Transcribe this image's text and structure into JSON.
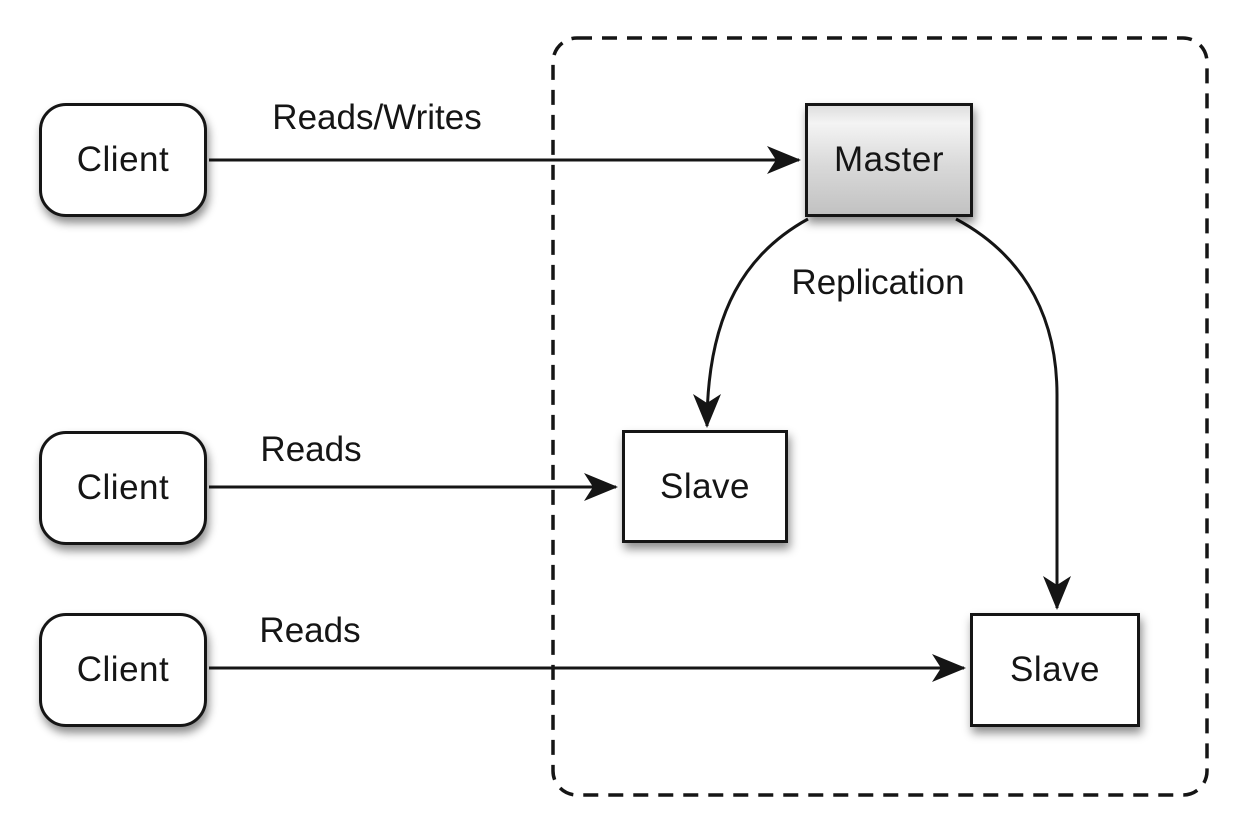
{
  "diagram": {
    "type": "architecture-diagram",
    "topic": "master-slave-replication"
  },
  "nodes": {
    "client1": {
      "label": "Client",
      "shape": "rounded-rect",
      "fill": "#ffffff"
    },
    "client2": {
      "label": "Client",
      "shape": "rounded-rect",
      "fill": "#ffffff"
    },
    "client3": {
      "label": "Client",
      "shape": "rounded-rect",
      "fill": "#ffffff"
    },
    "master": {
      "label": "Master",
      "shape": "rect",
      "fill_gradient_top": "#f4f4f4",
      "fill_gradient_bottom": "#c2c2c2"
    },
    "slave1": {
      "label": "Slave",
      "shape": "rect",
      "fill": "#ffffff"
    },
    "slave2": {
      "label": "Slave",
      "shape": "rect",
      "fill": "#ffffff"
    }
  },
  "edges": {
    "reads_writes": {
      "label": "Reads/Writes",
      "from": "client1",
      "to": "master",
      "style": "straight-arrow"
    },
    "reads_top": {
      "label": "Reads",
      "from": "client2",
      "to": "slave1",
      "style": "straight-arrow"
    },
    "reads_bottom": {
      "label": "Reads",
      "from": "client3",
      "to": "slave2",
      "style": "straight-arrow"
    },
    "replication": {
      "label": "Replication",
      "from": "master",
      "to": "slave1 and slave2",
      "style": "curved-arrows"
    }
  },
  "boundary": {
    "description": "dashed rounded rectangle grouping master and slaves",
    "stroke_style": "dashed"
  },
  "colors": {
    "background": "#ffffff",
    "stroke": "#151515",
    "node_fill": "#ffffff",
    "master_gradient_top": "#f4f4f4",
    "master_gradient_bottom": "#c2c2c2"
  }
}
